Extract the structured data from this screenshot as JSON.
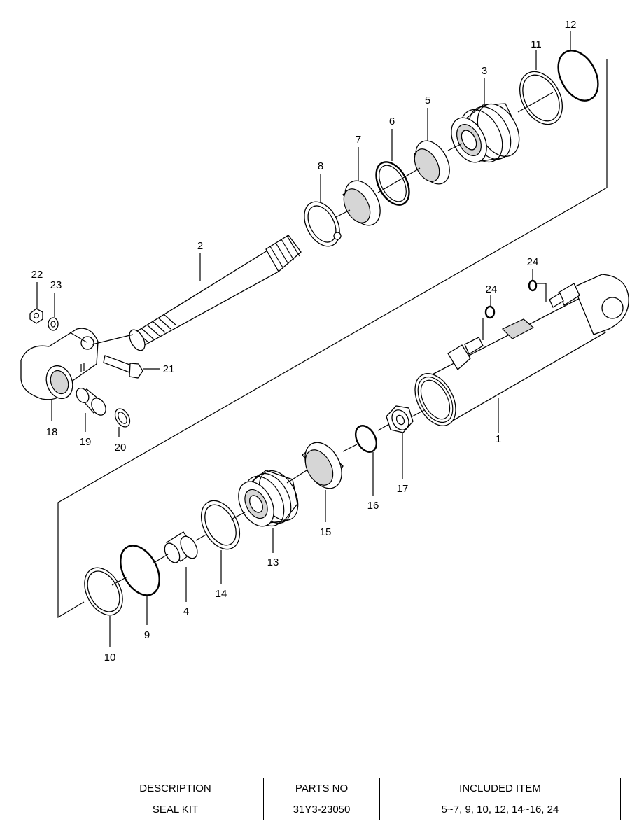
{
  "callouts": {
    "c1": "1",
    "c2": "2",
    "c3": "3",
    "c4": "4",
    "c5": "5",
    "c6": "6",
    "c7": "7",
    "c8": "8",
    "c9": "9",
    "c10": "10",
    "c11": "11",
    "c12": "12",
    "c13": "13",
    "c14": "14",
    "c15": "15",
    "c16": "16",
    "c17": "17",
    "c18": "18",
    "c19": "19",
    "c20": "20",
    "c21": "21",
    "c22": "22",
    "c23": "23",
    "c24a": "24",
    "c24b": "24"
  },
  "table": {
    "headers": [
      "DESCRIPTION",
      "PARTS NO",
      "INCLUDED ITEM"
    ],
    "row": [
      "SEAL KIT",
      "31Y3-23050",
      "5~7, 9, 10, 12, 14~16, 24"
    ]
  }
}
